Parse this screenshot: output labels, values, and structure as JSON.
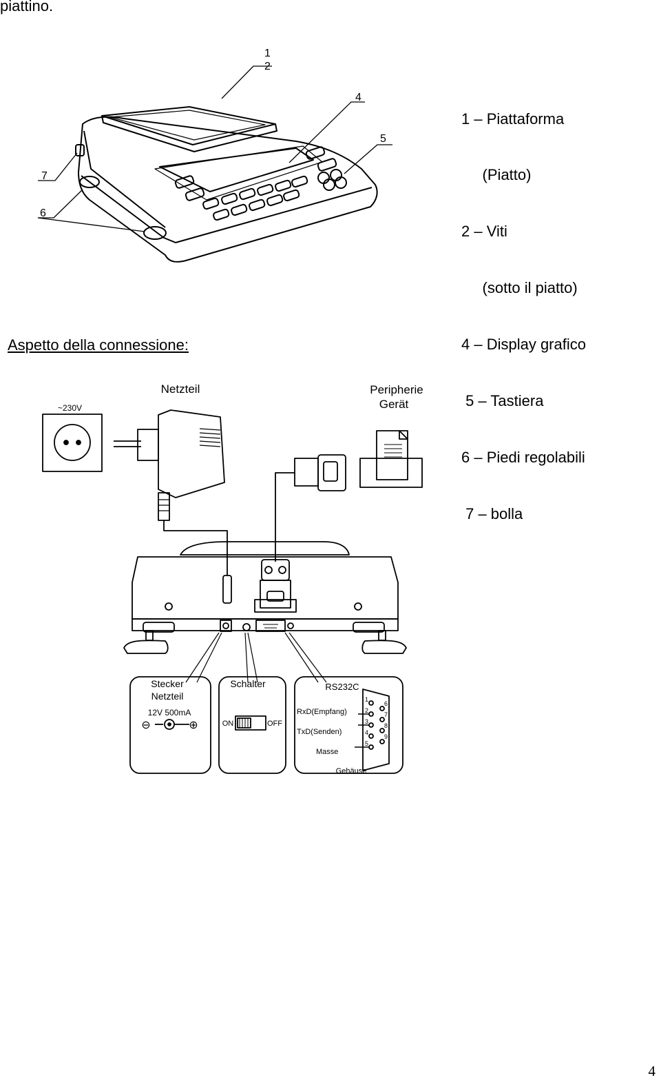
{
  "header": {
    "continued_text": "piattino."
  },
  "figure1": {
    "callouts": [
      "1",
      "2",
      "4",
      "5",
      "7",
      "6"
    ],
    "legend": [
      "1 – Piattaforma",
      "     (Piatto)",
      "2 – Viti",
      "     (sotto il piatto)",
      "4 – Display grafico",
      " 5 – Tastiera",
      "6 – Piedi regolabili",
      " 7 – bolla"
    ]
  },
  "connection": {
    "heading": "Aspetto della connessione:",
    "labels": {
      "power_supply": "Netzteil",
      "voltage": "~230V",
      "peripheral_line1": "Peripherie",
      "peripheral_line2": "Gerät"
    },
    "panels": {
      "plug": {
        "title_line1": "Stecker",
        "title_line2": "Netzteil",
        "rating": "12V  500mA",
        "minus": "⊖",
        "plus": "⊕"
      },
      "switch": {
        "title": "Schalter",
        "on": "ON",
        "off": "OFF"
      },
      "rs232": {
        "title": "RS232C",
        "rxd": "RxD(Empfang)",
        "txd": "TxD(Senden)",
        "ground": "Masse",
        "housing": "Gehäuse",
        "pins_left": [
          "1",
          "2",
          "3",
          "4",
          "5"
        ],
        "pins_right": [
          "6",
          "7",
          "8",
          "9"
        ]
      }
    }
  },
  "footer": {
    "page_number": "4"
  }
}
